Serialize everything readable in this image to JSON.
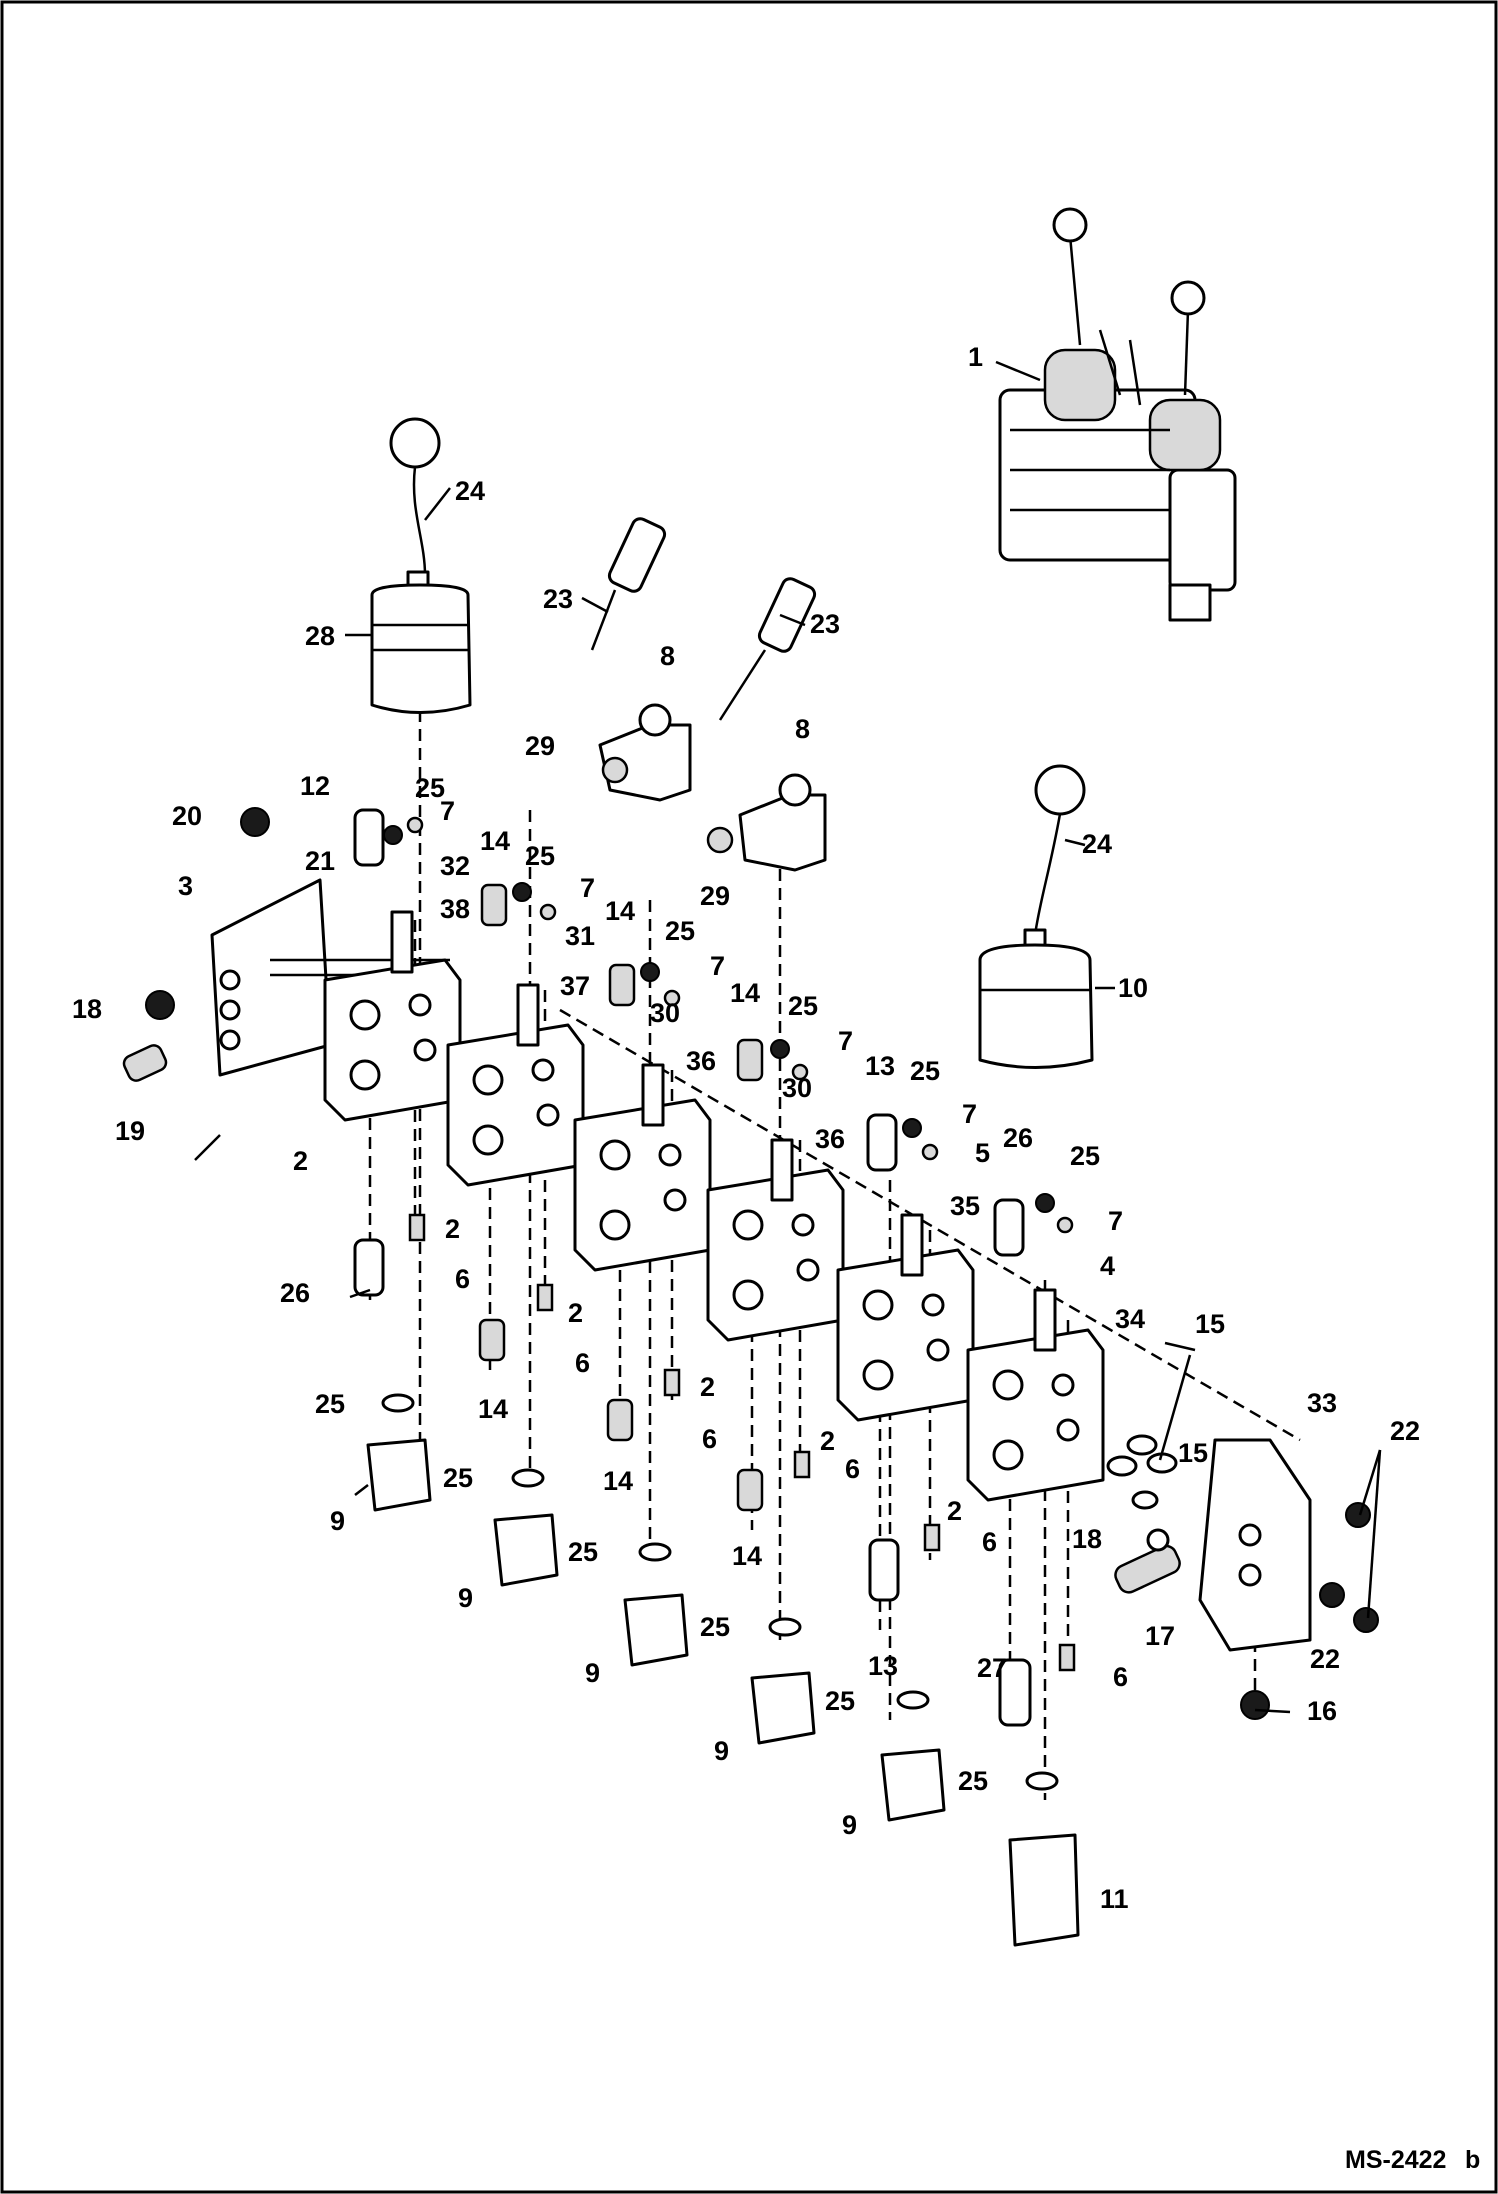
{
  "drawing_id": "MS-2422",
  "drawing_rev": "b",
  "callouts": {
    "c1": "1",
    "c24a": "24",
    "c28": "28",
    "c23a": "23",
    "c23b": "23",
    "c8a": "8",
    "c8b": "8",
    "c29a": "29",
    "c29b": "29",
    "c12": "12",
    "c25a": "25",
    "c7a": "7",
    "c20": "20",
    "c3": "3",
    "c21": "21",
    "c32": "32",
    "c14a": "14",
    "c25b": "25",
    "c7b": "7",
    "c38": "38",
    "c31": "31",
    "c14b": "14",
    "c25c": "25",
    "c7c": "7",
    "c37": "37",
    "c30a": "30",
    "c14c": "14",
    "c25d": "25",
    "c7d": "7",
    "c36a": "36",
    "c30b": "30",
    "c36b": "36",
    "c13a": "13",
    "c25e": "25",
    "c7e": "7",
    "c5": "5",
    "c26a": "26",
    "c35": "35",
    "c25f": "25",
    "c7f": "7",
    "c4": "4",
    "c34": "34",
    "c24b": "24",
    "c10": "10",
    "c18a": "18",
    "c19": "19",
    "c2a": "2",
    "c2b": "2",
    "c2c": "2",
    "c2d": "2",
    "c2e": "2",
    "c2f": "2",
    "c6a": "6",
    "c6b": "6",
    "c6c": "6",
    "c6d": "6",
    "c6e": "6",
    "c6f": "6",
    "c26b": "26",
    "c14d": "14",
    "c14e": "14",
    "c14f": "14",
    "c25g": "25",
    "c25h": "25",
    "c25i": "25",
    "c25j": "25",
    "c25k": "25",
    "c25l": "25",
    "c9a": "9",
    "c9b": "9",
    "c9c": "9",
    "c9d": "9",
    "c9e": "9",
    "c13b": "13",
    "c27": "27",
    "c11": "11",
    "c15a": "15",
    "c15b": "15",
    "c33": "33",
    "c22a": "22",
    "c22b": "22",
    "c18b": "18",
    "c17": "17",
    "c16": "16"
  },
  "colors": {
    "ink": "#000000",
    "paper": "#ffffff",
    "shade": "#d9d9d9"
  }
}
